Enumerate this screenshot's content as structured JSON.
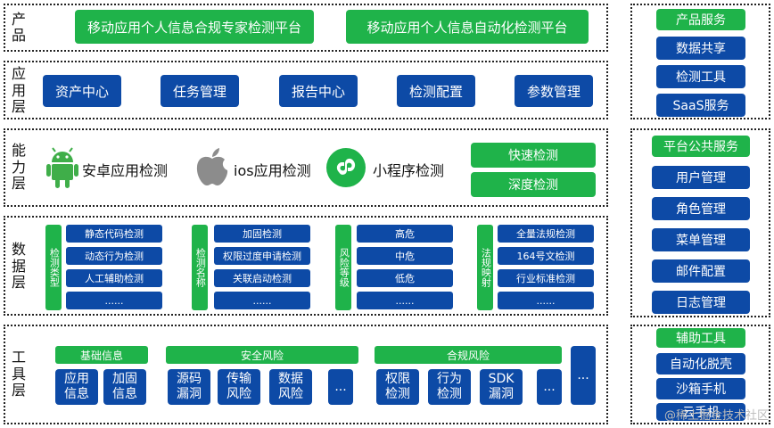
{
  "rows": {
    "product": {
      "label": [
        "产",
        "品"
      ],
      "items": [
        "移动应用个人信息合规专家检测平台",
        "移动应用个人信息自动化检测平台"
      ]
    },
    "application": {
      "label": [
        "应",
        "用",
        "层"
      ],
      "items": [
        "资产中心",
        "任务管理",
        "报告中心",
        "检测配置",
        "参数管理"
      ]
    },
    "capability": {
      "label": [
        "能",
        "力",
        "层"
      ],
      "items": [
        "安卓应用检测",
        "ios应用检测",
        "小程序检测"
      ],
      "side": [
        "快速检测",
        "深度检测"
      ]
    },
    "data": {
      "label": [
        "数",
        "据",
        "层"
      ],
      "groups": [
        {
          "tag": "检测类型",
          "items": [
            "静态代码检测",
            "动态行为检测",
            "人工辅助检测",
            "......"
          ]
        },
        {
          "tag": "检测名称",
          "items": [
            "加固检测",
            "权限过度申请检测",
            "关联启动检测",
            "......"
          ]
        },
        {
          "tag": "风险等级",
          "items": [
            "高危",
            "中危",
            "低危",
            "......"
          ]
        },
        {
          "tag": "法规映射",
          "items": [
            "全量法规检测",
            "164号文检测",
            "行业标准检测",
            "......"
          ]
        }
      ]
    },
    "tools": {
      "label": [
        "工",
        "具",
        "层"
      ],
      "groups": [
        {
          "title": "基础信息",
          "items": [
            [
              "应用",
              "信息"
            ],
            [
              "加固",
              "信息"
            ]
          ]
        },
        {
          "title": "安全风险",
          "items": [
            [
              "源码",
              "漏洞"
            ],
            [
              "传输",
              "风险"
            ],
            [
              "数据",
              "风险"
            ],
            [
              "..."
            ]
          ]
        },
        {
          "title": "合规风险",
          "items": [
            [
              "权限",
              "检测"
            ],
            [
              "行为",
              "检测"
            ],
            [
              "SDK",
              "漏洞"
            ],
            [
              "..."
            ]
          ]
        }
      ],
      "extra": "..."
    }
  },
  "side_panels": {
    "product_services": {
      "title": "产品服务",
      "items": [
        "数据共享",
        "检测工具",
        "SaaS服务"
      ]
    },
    "platform_services": {
      "title": "平台公共服务",
      "items": [
        "用户管理",
        "角色管理",
        "菜单管理",
        "邮件配置",
        "日志管理"
      ]
    },
    "aux_tools": {
      "title": "辅助工具",
      "items": [
        "自动化脱壳",
        "沙箱手机",
        "云手机"
      ]
    }
  },
  "watermark": "@稀土掘金技术社区",
  "colors": {
    "green": "#1fb34a",
    "blue": "#0d4aa6"
  }
}
